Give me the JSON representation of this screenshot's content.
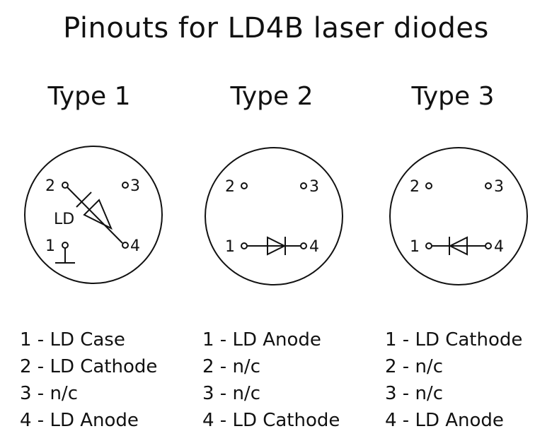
{
  "title": "Pinouts for LD4B laser diodes",
  "types": [
    {
      "heading": "Type 1",
      "diagram": {
        "pin1": "1",
        "pin2": "2",
        "pin3": "3",
        "pin4": "4",
        "ld_label": "LD"
      },
      "pins": [
        "1 - LD Case",
        "2 - LD Cathode",
        "3 - n/c",
        "4 - LD Anode"
      ]
    },
    {
      "heading": "Type 2",
      "diagram": {
        "pin1": "1",
        "pin2": "2",
        "pin3": "3",
        "pin4": "4"
      },
      "pins": [
        "1 - LD Anode",
        "2 - n/c",
        "3 - n/c",
        "4 - LD Cathode"
      ]
    },
    {
      "heading": "Type 3",
      "diagram": {
        "pin1": "1",
        "pin2": "2",
        "pin3": "3",
        "pin4": "4"
      },
      "pins": [
        "1 - LD Cathode",
        "2 - n/c",
        "3 - n/c",
        "4 - LD Anode"
      ]
    }
  ]
}
